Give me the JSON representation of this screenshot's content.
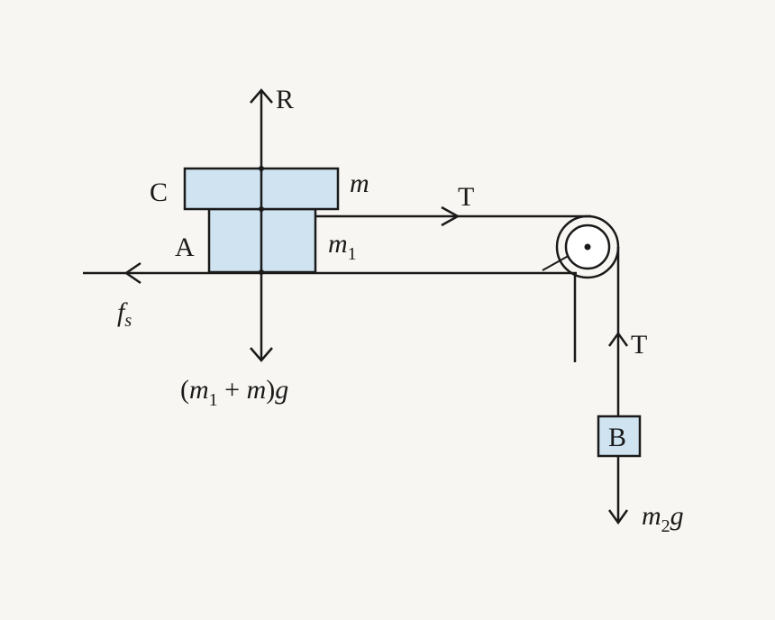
{
  "colors": {
    "block_fill": "#cfe3f1",
    "ink": "#1a1a1a",
    "background": "#f7f6f2"
  },
  "labels": {
    "block_c": "C",
    "block_a": "A",
    "block_b": "B",
    "mass_c": "m",
    "mass_a_base": "m",
    "mass_a_sub": "1",
    "normal_force": "R",
    "tension_horizontal": "T",
    "tension_vertical": "T",
    "friction_base": "f",
    "friction_sub": "s",
    "weight_a_open": "(",
    "weight_a_m1": "m",
    "weight_a_sub": "1",
    "weight_a_plus": " + ",
    "weight_a_m": "m",
    "weight_a_close": ")",
    "weight_a_g": "g",
    "weight_b_base": "m",
    "weight_b_sub": "2",
    "weight_b_g": "g"
  }
}
